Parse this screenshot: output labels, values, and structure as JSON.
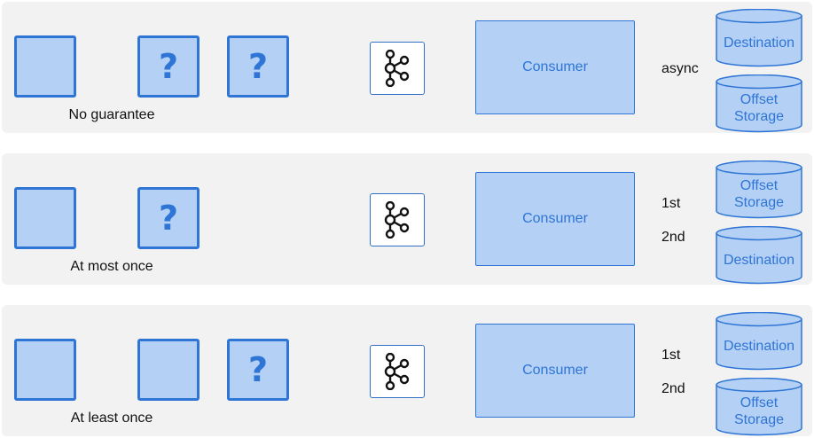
{
  "colors": {
    "accent": "#2e75d6",
    "fill": "#b4d0f4",
    "panel": "#f2f2f2",
    "logo_stroke": "#111111"
  },
  "icons": {
    "broker": "kafka-logo-icon"
  },
  "rows": [
    {
      "caption": "No guarantee",
      "boxes": [
        {
          "mark": ""
        },
        {
          "mark": "?"
        },
        {
          "mark": "?"
        }
      ],
      "consumer": "Consumer",
      "targets": [
        "Destination",
        "Offset\nStorage"
      ],
      "edge_style": "dashed",
      "edge_labels": [
        "async"
      ]
    },
    {
      "caption": "At most once",
      "boxes": [
        {
          "mark": ""
        },
        {
          "mark": "?"
        }
      ],
      "consumer": "Consumer",
      "targets": [
        "Offset\nStorage",
        "Destination"
      ],
      "edge_style": "solid",
      "edge_labels": [
        "1st",
        "2nd"
      ]
    },
    {
      "caption": "At least once",
      "boxes": [
        {
          "mark": ""
        },
        {
          "mark": ""
        },
        {
          "mark": "?"
        }
      ],
      "consumer": "Consumer",
      "targets": [
        "Destination",
        "Offset\nStorage"
      ],
      "edge_style": "solid",
      "edge_labels": [
        "1st",
        "2nd"
      ]
    }
  ]
}
